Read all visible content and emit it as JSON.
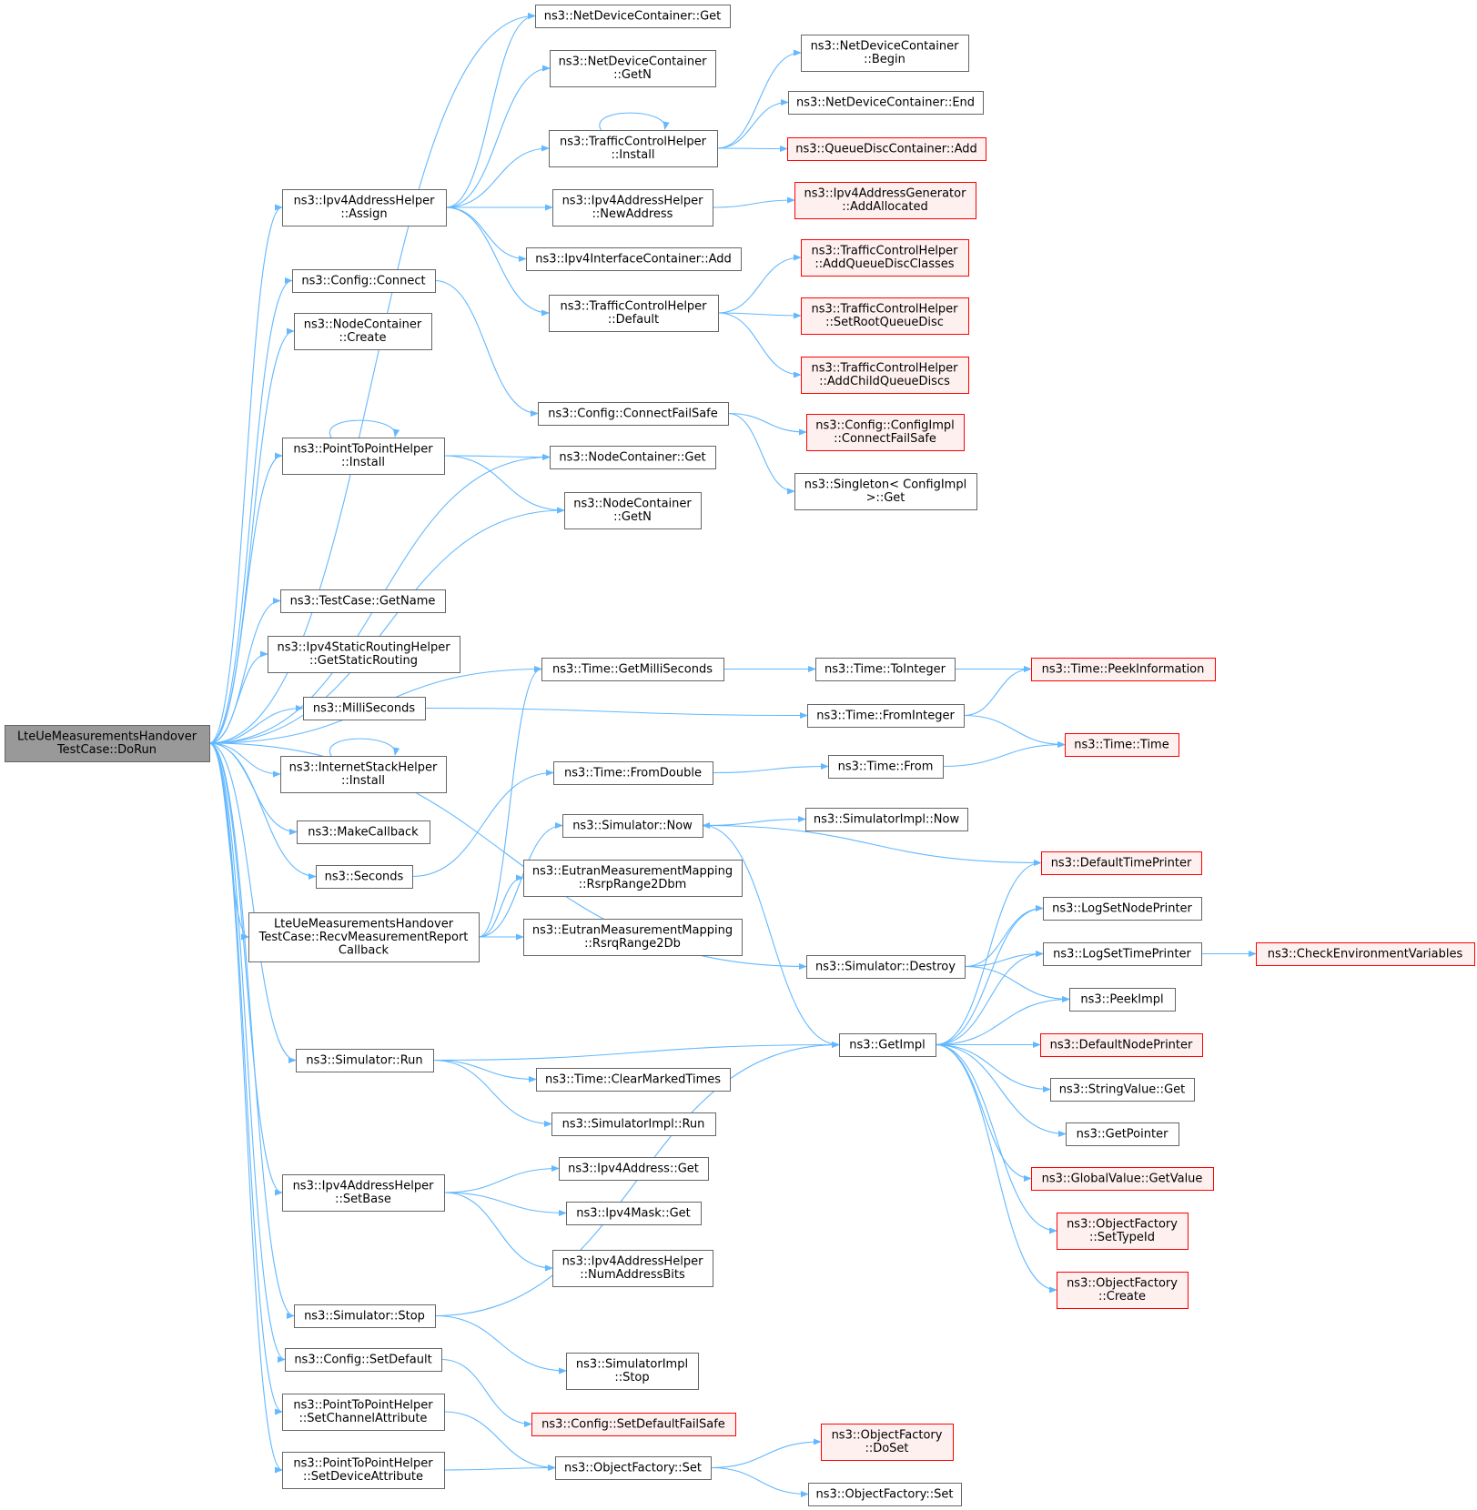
{
  "colors": {
    "edge": "#63b8ff",
    "root_fill": "#999999",
    "root_stroke": "#666666",
    "node_fill": "#ffffff",
    "node_stroke": "#666666",
    "undocumented_fill": "#fff0f0",
    "undocumented_stroke": "#ff0000"
  },
  "nodes": [
    {
      "id": "root",
      "lines": [
        "LteUeMeasurementsHandover",
        "TestCase::DoRun"
      ],
      "style": "root"
    },
    {
      "id": "ndc_get",
      "lines": [
        "ns3::NetDeviceContainer::Get"
      ],
      "style": "normal"
    },
    {
      "id": "ndc_getn",
      "lines": [
        "ns3::NetDeviceContainer",
        "::GetN"
      ],
      "style": "normal"
    },
    {
      "id": "ndc_begin",
      "lines": [
        "ns3::NetDeviceContainer",
        "::Begin"
      ],
      "style": "normal"
    },
    {
      "id": "ndc_end",
      "lines": [
        "ns3::NetDeviceContainer::End"
      ],
      "style": "normal"
    },
    {
      "id": "tch_install",
      "lines": [
        "ns3::TrafficControlHelper",
        "::Install"
      ],
      "style": "normal"
    },
    {
      "id": "qdc_add",
      "lines": [
        "ns3::QueueDiscContainer::Add"
      ],
      "style": "red"
    },
    {
      "id": "ipv4ah_assign",
      "lines": [
        "ns3::Ipv4AddressHelper",
        "::Assign"
      ],
      "style": "normal"
    },
    {
      "id": "ipv4ah_newaddr",
      "lines": [
        "ns3::Ipv4AddressHelper",
        "::NewAddress"
      ],
      "style": "normal"
    },
    {
      "id": "ipv4ag_addalloc",
      "lines": [
        "ns3::Ipv4AddressGenerator",
        "::AddAllocated"
      ],
      "style": "red"
    },
    {
      "id": "ipv4ic_add",
      "lines": [
        "ns3::Ipv4InterfaceContainer::Add"
      ],
      "style": "normal"
    },
    {
      "id": "config_connect",
      "lines": [
        "ns3::Config::Connect"
      ],
      "style": "normal"
    },
    {
      "id": "tch_default",
      "lines": [
        "ns3::TrafficControlHelper",
        "::Default"
      ],
      "style": "normal"
    },
    {
      "id": "tch_addqdclasses",
      "lines": [
        "ns3::TrafficControlHelper",
        "::AddQueueDiscClasses"
      ],
      "style": "red"
    },
    {
      "id": "tch_setroot",
      "lines": [
        "ns3::TrafficControlHelper",
        "::SetRootQueueDisc"
      ],
      "style": "red"
    },
    {
      "id": "tch_addchild",
      "lines": [
        "ns3::TrafficControlHelper",
        "::AddChildQueueDiscs"
      ],
      "style": "red"
    },
    {
      "id": "nc_create",
      "lines": [
        "ns3::NodeContainer",
        "::Create"
      ],
      "style": "normal"
    },
    {
      "id": "config_cfs",
      "lines": [
        "ns3::Config::ConnectFailSafe"
      ],
      "style": "normal"
    },
    {
      "id": "configimpl_cfs",
      "lines": [
        "ns3::Config::ConfigImpl",
        "::ConnectFailSafe"
      ],
      "style": "red"
    },
    {
      "id": "p2p_install",
      "lines": [
        "ns3::PointToPointHelper",
        "::Install"
      ],
      "style": "normal"
    },
    {
      "id": "nc_get",
      "lines": [
        "ns3::NodeContainer::Get"
      ],
      "style": "normal"
    },
    {
      "id": "singleton_get",
      "lines": [
        "ns3::Singleton< ConfigImpl",
        ">::Get"
      ],
      "style": "normal"
    },
    {
      "id": "nc_getn",
      "lines": [
        "ns3::NodeContainer",
        "::GetN"
      ],
      "style": "normal"
    },
    {
      "id": "tc_getname",
      "lines": [
        "ns3::TestCase::GetName"
      ],
      "style": "normal"
    },
    {
      "id": "ipv4srh_gsr",
      "lines": [
        "ns3::Ipv4StaticRoutingHelper",
        "::GetStaticRouting"
      ],
      "style": "normal"
    },
    {
      "id": "time_getms",
      "lines": [
        "ns3::Time::GetMilliSeconds"
      ],
      "style": "normal"
    },
    {
      "id": "time_toint",
      "lines": [
        "ns3::Time::ToInteger"
      ],
      "style": "normal"
    },
    {
      "id": "time_peek",
      "lines": [
        "ns3::Time::PeekInformation"
      ],
      "style": "red"
    },
    {
      "id": "millis",
      "lines": [
        "ns3::MilliSeconds"
      ],
      "style": "normal"
    },
    {
      "id": "time_fromint",
      "lines": [
        "ns3::Time::FromInteger"
      ],
      "style": "normal"
    },
    {
      "id": "time_time",
      "lines": [
        "ns3::Time::Time"
      ],
      "style": "red"
    },
    {
      "id": "ish_install",
      "lines": [
        "ns3::InternetStackHelper",
        "::Install"
      ],
      "style": "normal"
    },
    {
      "id": "time_fromdouble",
      "lines": [
        "ns3::Time::FromDouble"
      ],
      "style": "normal"
    },
    {
      "id": "time_from",
      "lines": [
        "ns3::Time::From"
      ],
      "style": "normal"
    },
    {
      "id": "makecallback",
      "lines": [
        "ns3::MakeCallback"
      ],
      "style": "normal"
    },
    {
      "id": "sim_now",
      "lines": [
        "ns3::Simulator::Now"
      ],
      "style": "normal"
    },
    {
      "id": "simimpl_now",
      "lines": [
        "ns3::SimulatorImpl::Now"
      ],
      "style": "normal"
    },
    {
      "id": "seconds",
      "lines": [
        "ns3::Seconds"
      ],
      "style": "normal"
    },
    {
      "id": "default_tp",
      "lines": [
        "ns3::DefaultTimePrinter"
      ],
      "style": "red"
    },
    {
      "id": "emm_rsrp",
      "lines": [
        "ns3::EutranMeasurementMapping",
        "::RsrpRange2Dbm"
      ],
      "style": "normal"
    },
    {
      "id": "recv_cb",
      "lines": [
        "LteUeMeasurementsHandover",
        "TestCase::RecvMeasurementReport",
        "Callback"
      ],
      "style": "normal"
    },
    {
      "id": "log_snp",
      "lines": [
        "ns3::LogSetNodePrinter"
      ],
      "style": "normal"
    },
    {
      "id": "emm_rsrq",
      "lines": [
        "ns3::EutranMeasurementMapping",
        "::RsrqRange2Db"
      ],
      "style": "normal"
    },
    {
      "id": "log_stp",
      "lines": [
        "ns3::LogSetTimePrinter"
      ],
      "style": "normal"
    },
    {
      "id": "check_env",
      "lines": [
        "ns3::CheckEnvironmentVariables"
      ],
      "style": "red"
    },
    {
      "id": "sim_destroy",
      "lines": [
        "ns3::Simulator::Destroy"
      ],
      "style": "normal"
    },
    {
      "id": "peekimpl",
      "lines": [
        "ns3::PeekImpl"
      ],
      "style": "normal"
    },
    {
      "id": "sim_run",
      "lines": [
        "ns3::Simulator::Run"
      ],
      "style": "normal"
    },
    {
      "id": "getimpl",
      "lines": [
        "ns3::GetImpl"
      ],
      "style": "normal"
    },
    {
      "id": "default_np",
      "lines": [
        "ns3::DefaultNodePrinter"
      ],
      "style": "red"
    },
    {
      "id": "time_cmt",
      "lines": [
        "ns3::Time::ClearMarkedTimes"
      ],
      "style": "normal"
    },
    {
      "id": "sv_get",
      "lines": [
        "ns3::StringValue::Get"
      ],
      "style": "normal"
    },
    {
      "id": "simimpl_run",
      "lines": [
        "ns3::SimulatorImpl::Run"
      ],
      "style": "normal"
    },
    {
      "id": "getpointer",
      "lines": [
        "ns3::GetPointer"
      ],
      "style": "normal"
    },
    {
      "id": "ipv4addr_get",
      "lines": [
        "ns3::Ipv4Address::Get"
      ],
      "style": "normal"
    },
    {
      "id": "gv_getvalue",
      "lines": [
        "ns3::GlobalValue::GetValue"
      ],
      "style": "red"
    },
    {
      "id": "ipv4ah_setbase",
      "lines": [
        "ns3::Ipv4AddressHelper",
        "::SetBase"
      ],
      "style": "normal"
    },
    {
      "id": "ipv4mask_get",
      "lines": [
        "ns3::Ipv4Mask::Get"
      ],
      "style": "normal"
    },
    {
      "id": "of_settypeid",
      "lines": [
        "ns3::ObjectFactory",
        "::SetTypeId"
      ],
      "style": "red"
    },
    {
      "id": "ipv4ah_nab",
      "lines": [
        "ns3::Ipv4AddressHelper",
        "::NumAddressBits"
      ],
      "style": "normal"
    },
    {
      "id": "of_create",
      "lines": [
        "ns3::ObjectFactory",
        "::Create"
      ],
      "style": "red"
    },
    {
      "id": "sim_stop",
      "lines": [
        "ns3::Simulator::Stop"
      ],
      "style": "normal"
    },
    {
      "id": "simimpl_stop",
      "lines": [
        "ns3::SimulatorImpl",
        "::Stop"
      ],
      "style": "normal"
    },
    {
      "id": "config_setdefault",
      "lines": [
        "ns3::Config::SetDefault"
      ],
      "style": "normal"
    },
    {
      "id": "config_sdfs",
      "lines": [
        "ns3::Config::SetDefaultFailSafe"
      ],
      "style": "red"
    },
    {
      "id": "p2p_setchan",
      "lines": [
        "ns3::PointToPointHelper",
        "::SetChannelAttribute"
      ],
      "style": "normal"
    },
    {
      "id": "of_doset",
      "lines": [
        "ns3::ObjectFactory",
        "::DoSet"
      ],
      "style": "red"
    },
    {
      "id": "p2p_setdev",
      "lines": [
        "ns3::PointToPointHelper",
        "::SetDeviceAttribute"
      ],
      "style": "normal"
    },
    {
      "id": "of_set1",
      "lines": [
        "ns3::ObjectFactory::Set"
      ],
      "style": "normal"
    },
    {
      "id": "of_set2",
      "lines": [
        "ns3::ObjectFactory::Set"
      ],
      "style": "normal"
    }
  ],
  "edges": [
    [
      "root",
      "ndc_get"
    ],
    [
      "root",
      "ipv4ah_assign"
    ],
    [
      "root",
      "config_connect"
    ],
    [
      "root",
      "nc_create"
    ],
    [
      "root",
      "nc_get"
    ],
    [
      "root",
      "p2p_install"
    ],
    [
      "root",
      "nc_getn"
    ],
    [
      "root",
      "time_getms"
    ],
    [
      "root",
      "tc_getname"
    ],
    [
      "root",
      "ipv4srh_gsr"
    ],
    [
      "root",
      "millis"
    ],
    [
      "root",
      "ish_install"
    ],
    [
      "root",
      "makecallback"
    ],
    [
      "root",
      "seconds"
    ],
    [
      "root",
      "recv_cb"
    ],
    [
      "root",
      "sim_destroy"
    ],
    [
      "root",
      "sim_run"
    ],
    [
      "root",
      "ipv4ah_setbase"
    ],
    [
      "root",
      "sim_stop"
    ],
    [
      "root",
      "config_setdefault"
    ],
    [
      "root",
      "p2p_setchan"
    ],
    [
      "root",
      "p2p_setdev"
    ],
    [
      "ipv4ah_assign",
      "ndc_get"
    ],
    [
      "ipv4ah_assign",
      "ndc_getn"
    ],
    [
      "ipv4ah_assign",
      "tch_install"
    ],
    [
      "ipv4ah_assign",
      "ipv4ah_newaddr"
    ],
    [
      "ipv4ah_assign",
      "ipv4ic_add"
    ],
    [
      "ipv4ah_assign",
      "tch_default"
    ],
    [
      "tch_install",
      "ndc_begin"
    ],
    [
      "tch_install",
      "ndc_end"
    ],
    [
      "tch_install",
      "qdc_add"
    ],
    [
      "tch_install",
      "tch_install"
    ],
    [
      "ipv4ah_newaddr",
      "ipv4ag_addalloc"
    ],
    [
      "tch_default",
      "tch_addqdclasses"
    ],
    [
      "tch_default",
      "tch_setroot"
    ],
    [
      "tch_default",
      "tch_addchild"
    ],
    [
      "config_connect",
      "config_cfs"
    ],
    [
      "config_cfs",
      "configimpl_cfs"
    ],
    [
      "config_cfs",
      "singleton_get"
    ],
    [
      "p2p_install",
      "p2p_install"
    ],
    [
      "p2p_install",
      "nc_get"
    ],
    [
      "p2p_install",
      "nc_getn"
    ],
    [
      "time_getms",
      "time_toint"
    ],
    [
      "time_toint",
      "time_peek"
    ],
    [
      "millis",
      "time_fromint"
    ],
    [
      "time_fromint",
      "time_peek"
    ],
    [
      "time_fromint",
      "time_time"
    ],
    [
      "ish_install",
      "ish_install"
    ],
    [
      "seconds",
      "time_fromdouble"
    ],
    [
      "time_fromdouble",
      "time_from"
    ],
    [
      "time_from",
      "time_time"
    ],
    [
      "recv_cb",
      "time_getms"
    ],
    [
      "recv_cb",
      "sim_now"
    ],
    [
      "recv_cb",
      "emm_rsrp"
    ],
    [
      "recv_cb",
      "emm_rsrq"
    ],
    [
      "sim_now",
      "simimpl_now"
    ],
    [
      "sim_now",
      "getimpl"
    ],
    [
      "default_tp",
      "sim_now"
    ],
    [
      "sim_destroy",
      "log_snp"
    ],
    [
      "sim_destroy",
      "log_stp"
    ],
    [
      "sim_destroy",
      "peekimpl"
    ],
    [
      "log_stp",
      "check_env"
    ],
    [
      "sim_run",
      "getimpl"
    ],
    [
      "sim_run",
      "time_cmt"
    ],
    [
      "sim_run",
      "simimpl_run"
    ],
    [
      "getimpl",
      "default_tp"
    ],
    [
      "getimpl",
      "log_snp"
    ],
    [
      "getimpl",
      "log_stp"
    ],
    [
      "getimpl",
      "peekimpl"
    ],
    [
      "getimpl",
      "default_np"
    ],
    [
      "getimpl",
      "sv_get"
    ],
    [
      "getimpl",
      "getpointer"
    ],
    [
      "getimpl",
      "gv_getvalue"
    ],
    [
      "getimpl",
      "of_settypeid"
    ],
    [
      "getimpl",
      "of_create"
    ],
    [
      "ipv4ah_setbase",
      "ipv4addr_get"
    ],
    [
      "ipv4ah_setbase",
      "ipv4mask_get"
    ],
    [
      "ipv4ah_setbase",
      "ipv4ah_nab"
    ],
    [
      "sim_stop",
      "getimpl"
    ],
    [
      "sim_stop",
      "simimpl_stop"
    ],
    [
      "config_setdefault",
      "config_sdfs"
    ],
    [
      "p2p_setchan",
      "of_set1"
    ],
    [
      "p2p_setdev",
      "of_set1"
    ],
    [
      "of_set1",
      "of_doset"
    ],
    [
      "of_set1",
      "of_set2"
    ]
  ]
}
